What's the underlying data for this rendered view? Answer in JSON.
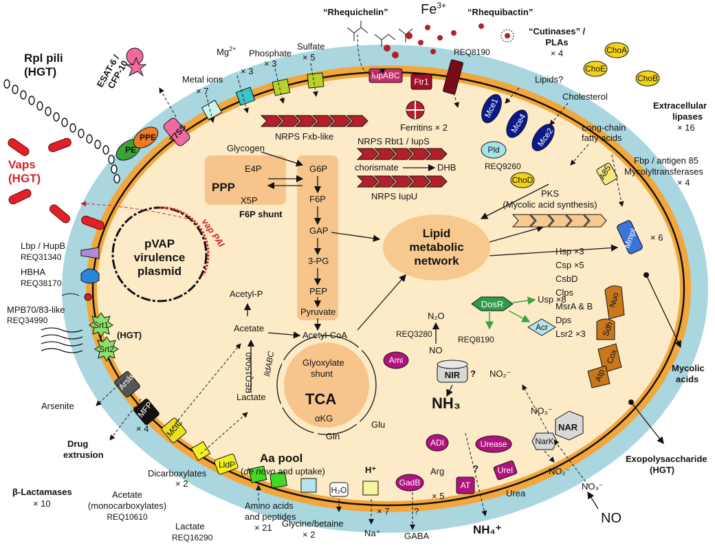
{
  "colors": {
    "capsule": "#a9d6df",
    "membrane": "#f3a63a",
    "cytoplasm": "#fdebc8",
    "pathway_box": "#f7c58b",
    "network": "#f7c98e",
    "nrps": "#b3202a",
    "mce": "#0a1a8c",
    "magenta": "#b0127e",
    "green_arrow": "#3aa33a",
    "red": "#d0222a"
  },
  "top_labels": {
    "rhequichelin": "“Rhequichelin”",
    "fe": "Fe",
    "fe_sup": "3+",
    "rhequibactin": "“Rhequibactin”",
    "req8190_top": "REQ8190",
    "cutinases_line1": "“Cutinases” /",
    "cutinases_line2": "PLAs",
    "cutinases_count": "× 4"
  },
  "left_labels": {
    "rpl_line1": "Rpl pili",
    "rpl_line2": "(HGT)",
    "esat_line1": "ESAT-6 /",
    "esat_line2": "CFP-10",
    "vaps_line1": "Vaps",
    "vaps_line2": "(HGT)",
    "lbp": "Lbp / HupB",
    "lbp_id": "REQ31340",
    "hbha": "HBHA",
    "hbha_id": "REQ38170",
    "mpb": "MPB70/83-like",
    "mpb_id": "REQ34990",
    "srt_hgt": "(HGT)",
    "arsenite": "Arsenite",
    "drug_line1": "Drug",
    "drug_line2": "extrusion",
    "drug_count": "× 4",
    "blactam": "β-Lactamases",
    "blactam_count": "× 10"
  },
  "transporters": {
    "metal": "Metal ions",
    "metal_count": "× 7",
    "mg": "Mg",
    "mg_sup": "2+",
    "mg_count": "× 3",
    "phosphate": "Phosphate",
    "phosphate_count": "× 3",
    "sulfate": "Sulfate",
    "sulfate_count": "× 5",
    "iupabc": "IupABC",
    "ftr1": "Ftr1",
    "t7ss": "T7SS",
    "pe": "PE",
    "ppe": "PPE",
    "srt1": "Srt1",
    "srt2": "Srt2",
    "arsb": "ArsB",
    "mfp": "MFP",
    "mctc": "MctC",
    "lldp": "LldP",
    "dicarb": "Dicarboxylates",
    "dicarb_count": "× 2",
    "acetate_line1": "Acetate",
    "acetate_line2": "(monocarboxylates)",
    "acetate_id": "REQ10610",
    "lactate": "Lactate",
    "lactate_id": "REQ16290",
    "aa_line1": "Amino acids",
    "aa_line2": "and peptides",
    "aa_count": "× 21",
    "glycine": "Glycine/betaine",
    "glycine_count": "× 2",
    "h2o": "H₂O",
    "h_plus": "H⁺",
    "na_count": "× 7",
    "na": "Na⁺",
    "gaba": "GABA",
    "nh4": "NH₄⁺",
    "at_count": "× 5",
    "urea": "Urea"
  },
  "right_labels": {
    "lipids_q": "Lipids?",
    "cholesterol": "Cholesterol",
    "mce1": "Mce1",
    "mce4": "Mce4",
    "mce2": "Mce2",
    "choa": "ChoA",
    "choe": "ChoE",
    "chob": "ChoB",
    "ext_lip_line1": "Extracellular",
    "ext_lip_line2": "lipases",
    "ext_lip_count": "× 16",
    "lcfa_line1": "Long-chain",
    "lcfa_line2": "fatty acids",
    "fbp_line1": "Fbp / antigen 85",
    "fbp_line2": "Mycolyltransferases",
    "fbp_count": "× 4",
    "a85": "A85",
    "mmpl": "MmpL",
    "mmpl_count": "× 6",
    "mycolic_line1": "Mycolic",
    "mycolic_line2": "acids",
    "exopoly_line1": "Exopolysaccharide",
    "exopoly_line2": "(HGT)",
    "nuo": "Nuo",
    "sdh": "Sdh",
    "cox": "Cox",
    "atp": "Atp",
    "nar": "NAR",
    "nark": "NarK",
    "no2_out": "NO₂⁻",
    "no3_out": "NO₃⁻",
    "no_out": "NO"
  },
  "stress": [
    "Hsp ×3",
    "Csp ×5",
    "CsbD",
    "Clps",
    "MsrA & B",
    "Dps",
    "Lsr2 ×3"
  ],
  "inner": {
    "nrps_fxb": "NRPS Fxb-like",
    "ferritins": "Ferritins × 2",
    "nrps_rbt": "NRPS Rbt1 / IupS",
    "chorismate": "chorismate",
    "dhb": "DHB",
    "nrps_iupu": "NRPS IupU",
    "pld": "Pld",
    "pld_id": "REQ9260",
    "chod": "ChoD",
    "pks_line1": "PKS",
    "pks_line2": "(Mycolic acid synthesis)",
    "lipid_line1": "Lipid",
    "lipid_line2": "metabolic",
    "lipid_line3": "network",
    "glycogen": "Glycogen",
    "ppp": "PPP",
    "e4p": "E4P",
    "x5p": "X5P",
    "g6p": "G6P",
    "f6p": "F6P",
    "f6p_shunt": "F6P  shunt",
    "gap": "GAP",
    "pg3": "3-PG",
    "pep": "PEP",
    "pyruvate": "Pyruvate",
    "acetyl_p": "Acetyl-P",
    "acetate": "Acetate",
    "acetyl_coa": "Acetyl-CoA",
    "req15040": "REQ15040",
    "lldabc": "lldABC",
    "lactate": "Lactate",
    "glyox_line1": "Glyoxylate",
    "glyox_line2": "shunt",
    "tca": "TCA",
    "akg": "αKG",
    "glu": "Glu",
    "gln": "Gln",
    "aa_pool": "Aa pool",
    "aa_pool_sub": "de novo",
    "aa_pool_sub2": " and uptake)",
    "pvap_line1": "pVAP",
    "pvap_line2": "virulence",
    "pvap_line3": "plasmid",
    "vap_pai": "vap PAI",
    "dosr": "DosR",
    "usp": "Usp ×8",
    "acr": "Acr",
    "n2o": "N₂O",
    "req3280": "REQ3280",
    "req8190": "REQ8190",
    "no": "NO",
    "nir": "NIR",
    "nir_q": "?",
    "no2_in": "NO₂⁻",
    "no3_in": "NO₃⁻",
    "ami": "Ami",
    "nh3": "NH₃",
    "adi": "ADI",
    "urease": "Urease",
    "arg": "Arg",
    "urel": "UreI",
    "at": "AT",
    "q_at": "?",
    "gadb": "GadB",
    "gaba_q": "?"
  }
}
